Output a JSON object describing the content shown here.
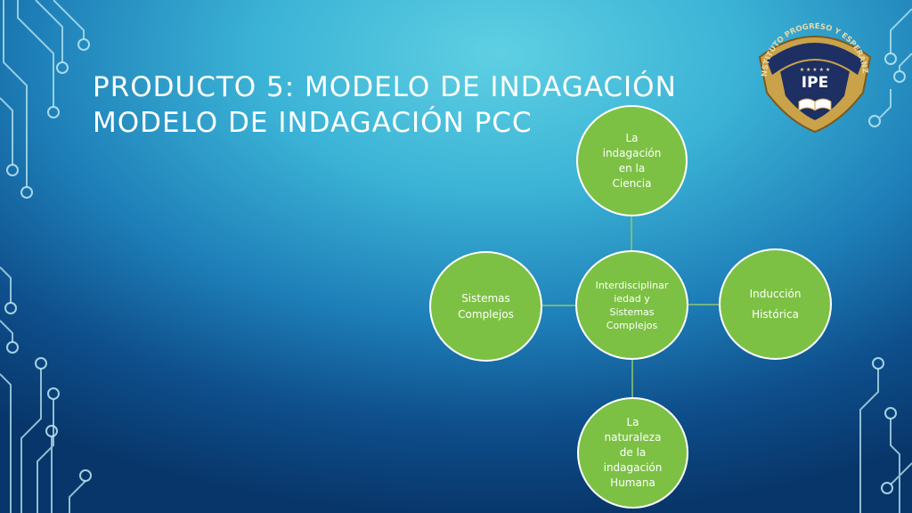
{
  "slide": {
    "title_line1": "Producto 5: Modelo de indagación",
    "title_line2": "Modelo de indagación PCC"
  },
  "diagram": {
    "center": {
      "label": "Interdisciplinariedad y Sistemas Complejos",
      "lines": [
        "Interdisciplinar",
        "iedad y",
        "Sistemas",
        "Complejos"
      ]
    },
    "top": {
      "label": "La indagación en la Ciencia",
      "lines": [
        "La",
        "indagación",
        "en la",
        "Ciencia"
      ]
    },
    "right": {
      "label": "Inducción Histórica",
      "lines": [
        "Inducción",
        "Histórica"
      ]
    },
    "bottom": {
      "label": "La naturaleza de la indagación Humana",
      "lines": [
        "La",
        "naturaleza",
        "de la",
        "indagación",
        "Humana"
      ]
    },
    "left": {
      "label": "Sistemas Complejos",
      "lines": [
        "Sistemas",
        "Complejos"
      ]
    }
  },
  "logo": {
    "arc_text": "INSTITUTO PROGRESO Y ESPERANZA",
    "abbrev": "IPE",
    "icon": "open-book-icon"
  },
  "colors": {
    "node_fill": "#7cc144",
    "node_border": "#ffffff",
    "connector": "#8fc96a",
    "title": "#ffffff",
    "logo_gold": "#c9a24a",
    "logo_navy": "#1d2f63"
  }
}
